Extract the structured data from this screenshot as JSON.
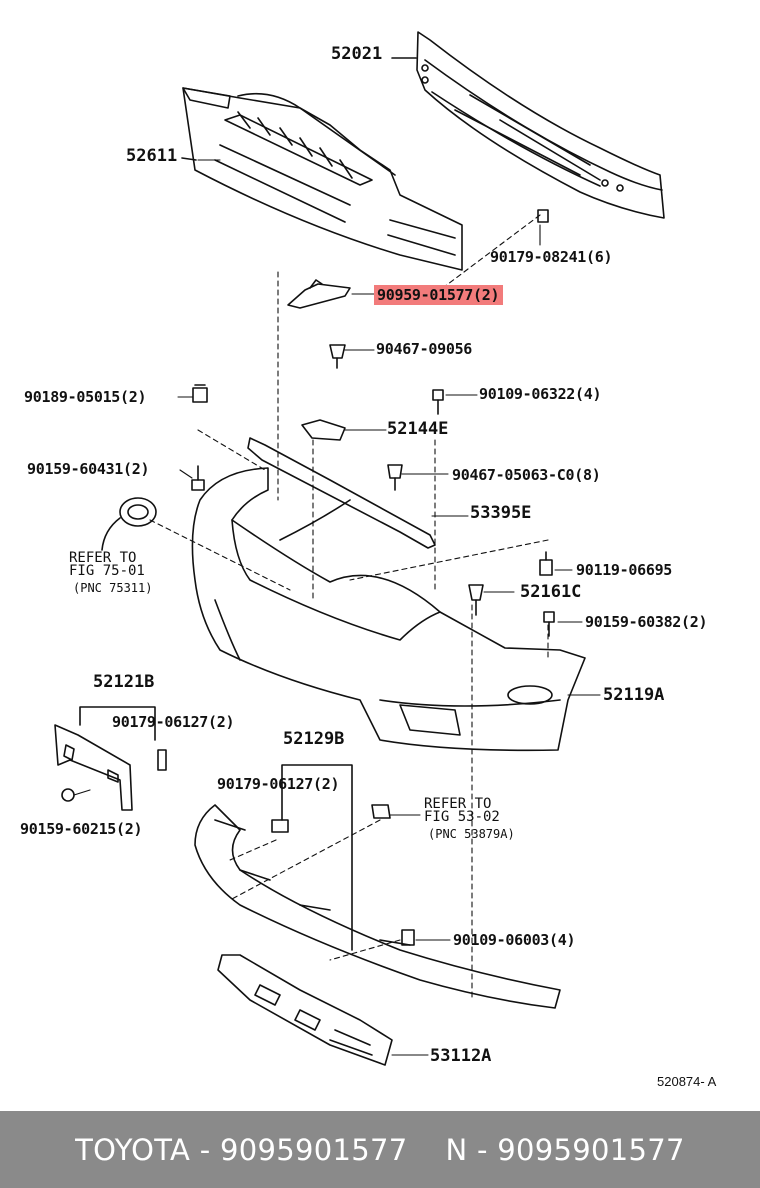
{
  "labels": {
    "p52021": "52021",
    "p52611": "52611",
    "p90179_08241": "90179-08241(6)",
    "p90959_01577": "90959-01577(2)",
    "p90467_09056": "90467-09056",
    "p90189_05015": "90189-05015(2)",
    "p90109_06322": "90109-06322(4)",
    "p52144E": "52144E",
    "p90159_60431": "90159-60431(2)",
    "p90467_05063": "90467-05063-C0(8)",
    "p53395E": "53395E",
    "refer1_line1": "REFER TO",
    "refer1_line2": "FIG 75-01",
    "refer1_line3": "(PNC 75311)",
    "p90119_06695": "90119-06695",
    "p52161C": "52161C",
    "p90159_60382": "90159-60382(2)",
    "p52119A": "52119A",
    "p52121B": "52121B",
    "p90179_06127a": "90179-06127(2)",
    "p52129B": "52129B",
    "p90179_06127b": "90179-06127(2)",
    "refer2_line1": "REFER TO",
    "refer2_line2": "FIG 53-02",
    "refer2_line3": "(PNC 53879A)",
    "p90159_60215": "90159-60215(2)",
    "p90109_06003": "90109-06003(4)",
    "p53112A": "53112A",
    "diagram_code": "520874- A"
  },
  "highlighted_part": "90959-01577",
  "colors": {
    "highlight": "#f27b7b",
    "footer_bg": "#8a8a8a",
    "footer_text": "#ffffff"
  },
  "footer": {
    "left": "TOYOTA - 9095901577",
    "right": "N - 9095901577"
  }
}
